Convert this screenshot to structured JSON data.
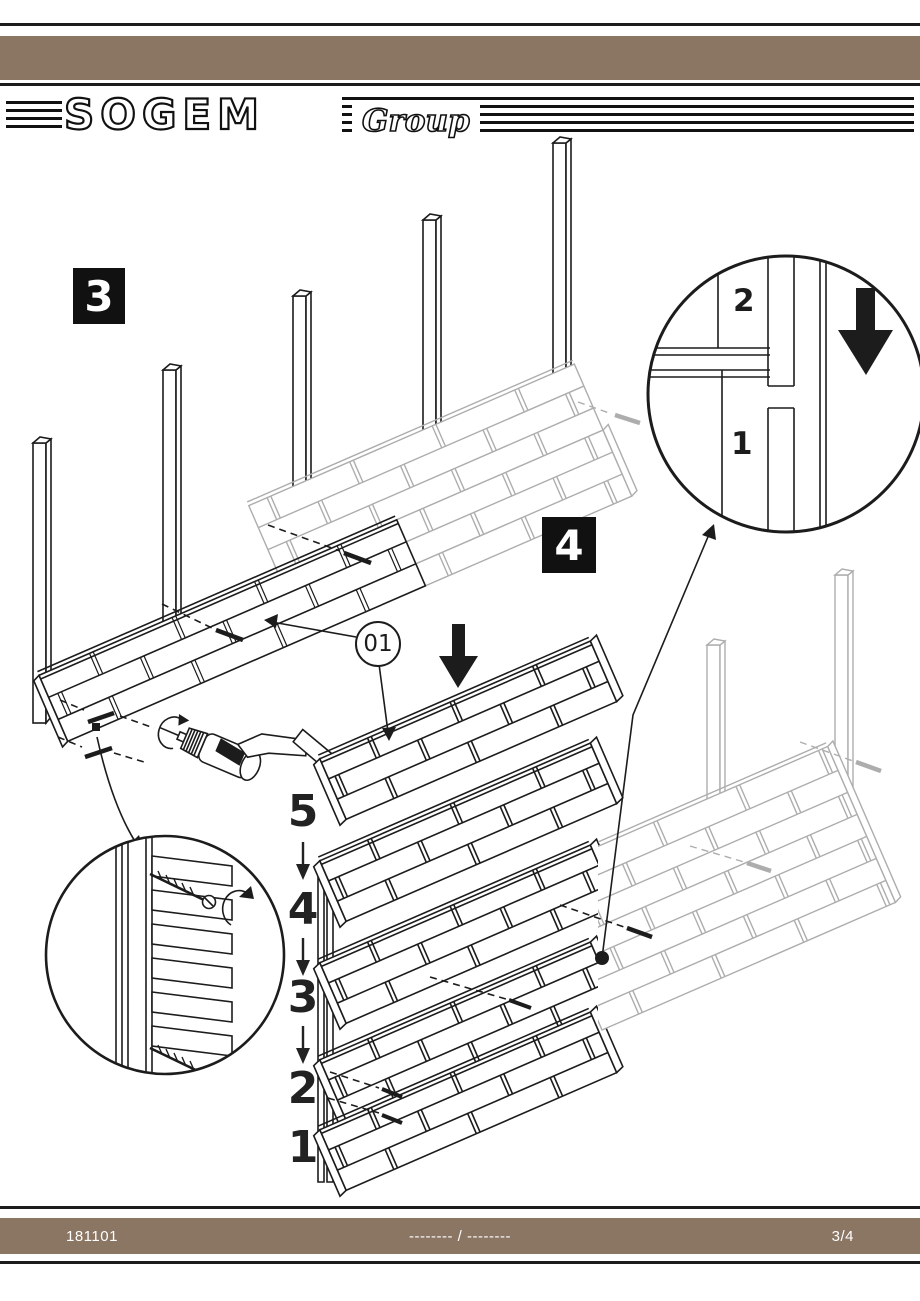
{
  "header": {
    "brand": "SOGEM",
    "brand_suffix": "Group"
  },
  "steps": {
    "step3": "3",
    "step4": "4"
  },
  "callouts": {
    "part_ref": "01",
    "stack_upper": "2",
    "stack_lower": "1"
  },
  "sequence": {
    "numbers": [
      "5",
      "4",
      "3",
      "2",
      "1"
    ]
  },
  "footer": {
    "doc_number": "181101",
    "date_placeholder": "-------- / --------",
    "page": "3/4"
  },
  "icons": {
    "sequence_arrow": "down-arrow",
    "insert_arrow": "down-arrow",
    "rotation_arrow": "clockwise-arrow",
    "fastener": "screw",
    "tool": "drill-driver"
  },
  "colors": {
    "brand_brown": "#8B7563",
    "ink": "#1C1C1C",
    "ghost_gray": "#ADADAD"
  }
}
